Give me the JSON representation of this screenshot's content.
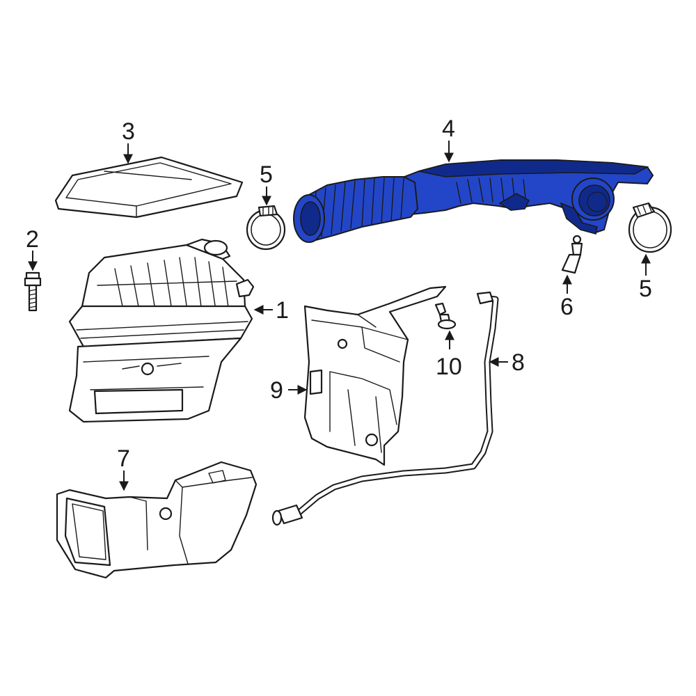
{
  "diagram": {
    "highlight_color": "#2346c8",
    "highlight_dark": "#102a8c",
    "line_color": "#1a1a1a",
    "callouts": {
      "c1": "1",
      "c2": "2",
      "c3": "3",
      "c4": "4",
      "c5a": "5",
      "c5b": "5",
      "c6": "6",
      "c7": "7",
      "c8": "8",
      "c9": "9",
      "c10": "10"
    }
  }
}
